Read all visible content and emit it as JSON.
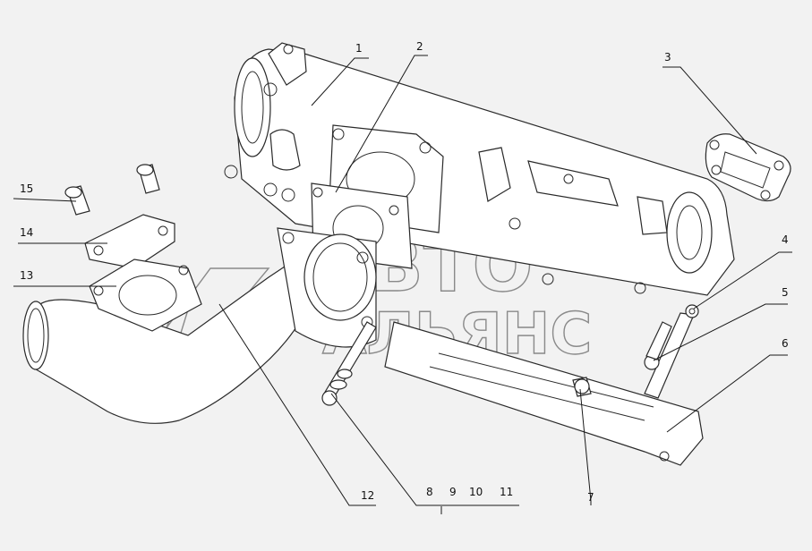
{
  "callouts": [
    {
      "id": "1",
      "text": "1"
    },
    {
      "id": "2",
      "text": "2"
    },
    {
      "id": "3",
      "text": "3"
    },
    {
      "id": "4",
      "text": "4"
    },
    {
      "id": "5",
      "text": "5"
    },
    {
      "id": "6",
      "text": "6"
    },
    {
      "id": "7",
      "text": "7"
    },
    {
      "id": "8",
      "text": "8"
    },
    {
      "id": "9",
      "text": "9"
    },
    {
      "id": "10",
      "text": "10"
    },
    {
      "id": "11",
      "text": "11"
    },
    {
      "id": "12",
      "text": "12"
    },
    {
      "id": "13",
      "text": "13"
    },
    {
      "id": "14",
      "text": "14"
    },
    {
      "id": "15",
      "text": "15"
    }
  ],
  "watermark": {
    "line1": "АВТО",
    "line2": "АЛЬЯНС"
  }
}
